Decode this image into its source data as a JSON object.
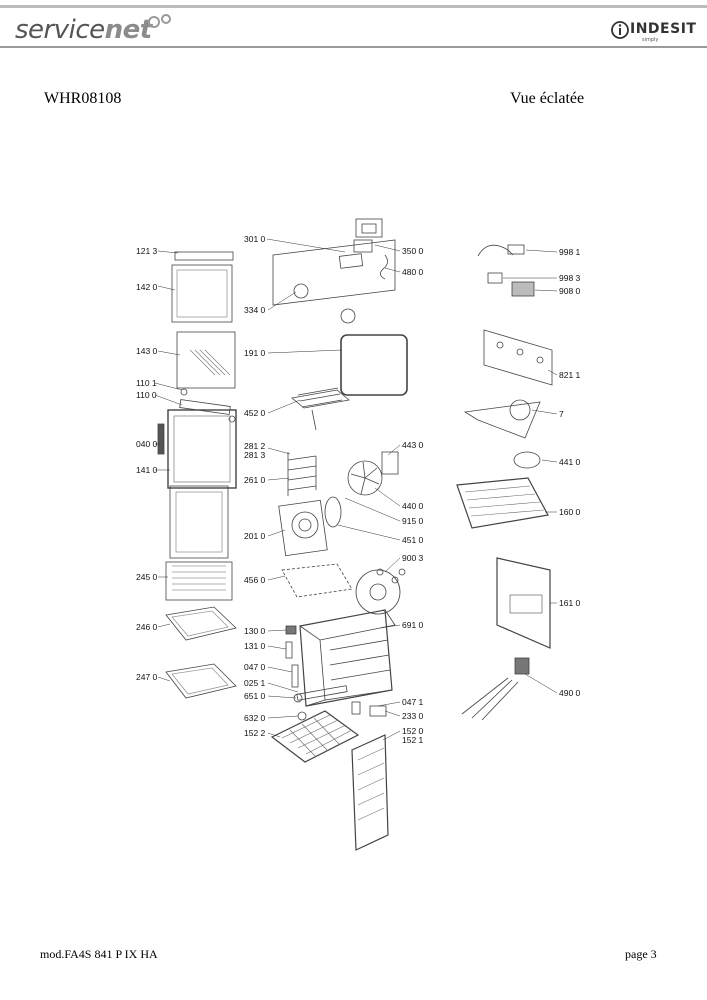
{
  "brand_left": {
    "part1": "service",
    "part2": "net"
  },
  "brand_right": {
    "name": "INDESIT",
    "tagline": "simply"
  },
  "model": "WHR08108",
  "view_title": "Vue éclatée",
  "footer": {
    "model_ref": "mod.FA4S 841 P IX HA",
    "page": "page 3"
  },
  "part_labels": {
    "p1213": "121 3",
    "p1420": "142 0",
    "p1430": "143 0",
    "p1101": "110 1",
    "p1100": "110 0",
    "p0400": "040 0",
    "p1410": "141 0",
    "p2450": "245 0",
    "p2460": "246 0",
    "p2470": "247 0",
    "p3010": "301 0",
    "p3340": "334 0",
    "p1910": "191 0",
    "p4520": "452 0",
    "p2812": "281 2",
    "p2813": "281 3",
    "p2610": "261 0",
    "p2010": "201 0",
    "p4560": "456 0",
    "p1300": "130 0",
    "p1310": "131 0",
    "p0470": "047 0",
    "p0251": "025 1",
    "p6510": "651 0",
    "p6320": "632 0",
    "p1522": "152 2",
    "p3500": "350 0",
    "p4800": "480 0",
    "p4430": "443 0",
    "p4400": "440 0",
    "p9150": "915 0",
    "p4510": "451 0",
    "p9003": "900 3",
    "p6910": "691 0",
    "p0471": "047 1",
    "p2330": "233 0",
    "p1520": "152 0",
    "p1521": "152 1",
    "p9981": "998 1",
    "p9983": "998 3",
    "p9080": "908 0",
    "p8211": "821 1",
    "p7": "7",
    "p4410": "441 0",
    "p1600": "160 0",
    "p1610": "161 0",
    "p4900": "490 0"
  }
}
